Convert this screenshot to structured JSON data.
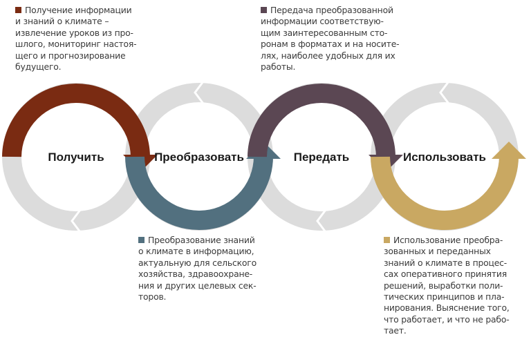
{
  "colors": {
    "get": "#7a2b12",
    "transform": "#52707f",
    "transmit": "#5b4753",
    "use": "#c9a862",
    "ring": "#dcdcdc"
  },
  "steps": [
    {
      "label": "Получить"
    },
    {
      "label": "Преобразовать"
    },
    {
      "label": "Передать"
    },
    {
      "label": "Использовать"
    }
  ],
  "descriptions": {
    "get": [
      "Получение информации",
      "и знаний о климате –",
      "извлечение уроков из про-",
      "шлого, мониторинг настоя-",
      "щего и прогнозирование",
      "будущего."
    ],
    "transmit": [
      "Передача преобразованной",
      "информации соответствую-",
      "щим заинтересованным сто-",
      "ронам в форматах и на носите-",
      "лях, наиболее удобных для их",
      "работы."
    ],
    "transform": [
      "Преобразование знаний",
      "о климате в информацию,",
      "актуальную для сельского",
      "хозяйства, здравоохране-",
      "ния и других целевых сек-",
      "торов."
    ],
    "use": [
      "Использование преобра-",
      "зованных и переданных",
      "знаний о климате в процес-",
      "сах оперативного принятия",
      "решений, выработки поли-",
      "тических принципов и пла-",
      "нирования. Выяснение того,",
      "что работает, и что не рабо-",
      "тает."
    ]
  }
}
